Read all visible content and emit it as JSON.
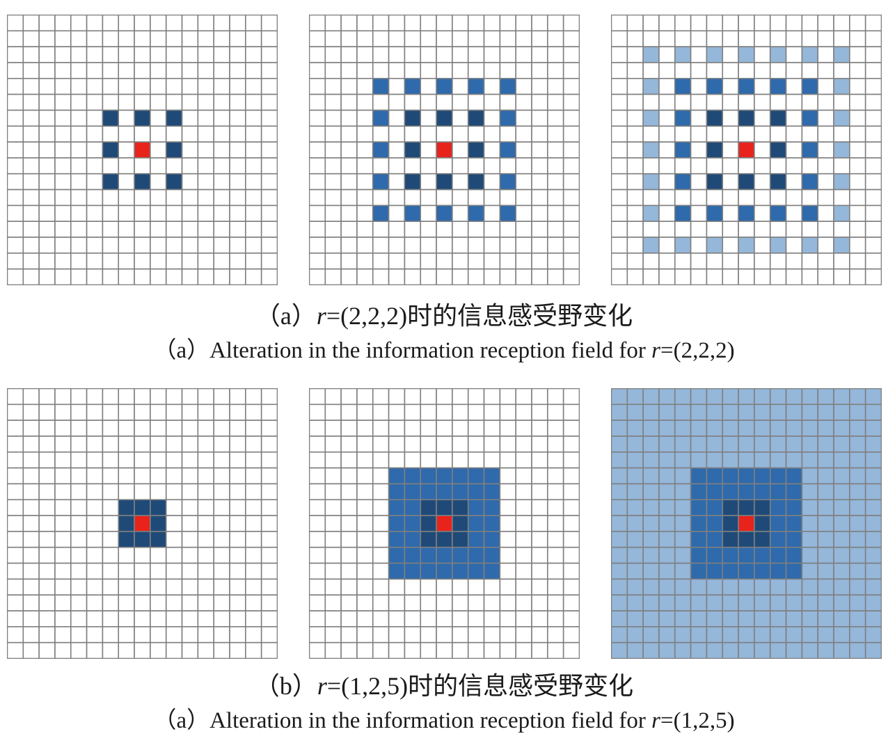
{
  "grid_size": 17,
  "colors": {
    "center": "#e8231c",
    "level1": "#1f4a78",
    "level2": "#2e6aac",
    "level3": "#94b7da",
    "level4": "#dbe6f2",
    "empty": "#ffffff",
    "line": "#7f7f7f"
  },
  "row_a": {
    "caption_zh_pre": "（a）",
    "caption_zh_r": "r",
    "caption_zh_post": "=(2,2,2)时的信息感受野变化",
    "caption_en_pre": "（a）Alteration in the information reception field for ",
    "caption_en_r": "r",
    "caption_en_post": "=(2,2,2)",
    "dilations": [
      2,
      2,
      2
    ],
    "stages": [
      1,
      2,
      3
    ]
  },
  "row_b": {
    "caption_zh_pre": "（b）",
    "caption_zh_r": "r",
    "caption_zh_post": "=(1,2,5)时的信息感受野变化",
    "caption_en_pre": "（a）Alteration in the information reception field for ",
    "caption_en_r": "r",
    "caption_en_post": "=(1,2,5)",
    "dilations": [
      1,
      2,
      5
    ],
    "stages": [
      1,
      2,
      3
    ]
  }
}
